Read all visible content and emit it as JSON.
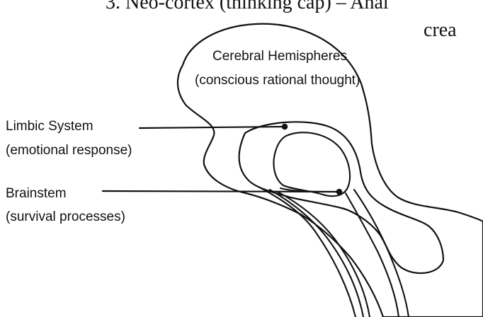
{
  "header": {
    "line1": "3. Neo-cortex (thinking cap) – Anal",
    "line2": "crea"
  },
  "labels": {
    "cerebral": {
      "title": "Cerebral Hemispheres",
      "subtitle": "(conscious rational thought)"
    },
    "limbic": {
      "title": "Limbic System",
      "subtitle": "(emotional response)"
    },
    "brainstem": {
      "title": "Brainstem",
      "subtitle": "(survival processes)"
    }
  },
  "colors": {
    "ink": "#111111",
    "background": "#ffffff"
  }
}
